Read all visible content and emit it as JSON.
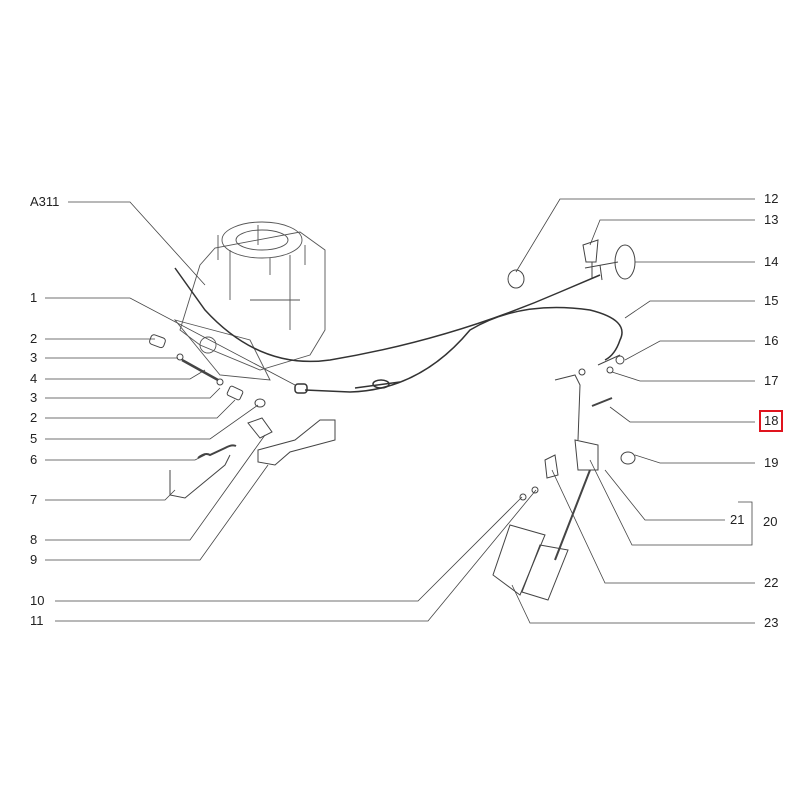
{
  "diagram": {
    "assembly_code": "A311",
    "left_callouts": [
      "1",
      "2",
      "3",
      "4",
      "3",
      "2",
      "5",
      "6",
      "7",
      "8",
      "9",
      "10",
      "11"
    ],
    "right_callouts": [
      "12",
      "13",
      "14",
      "15",
      "16",
      "17",
      "18",
      "19",
      "21",
      "20",
      "22",
      "23"
    ],
    "highlighted_callout": "18",
    "highlight_color": "#e0141e"
  }
}
